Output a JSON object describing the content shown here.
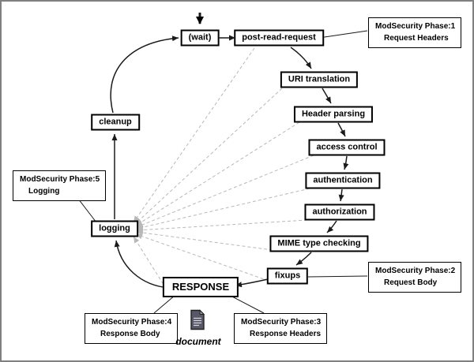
{
  "nodes": {
    "wait": {
      "label": "(wait)"
    },
    "post_read_request": {
      "label": "post-read-request"
    },
    "uri_translation": {
      "label": "URI translation"
    },
    "header_parsing": {
      "label": "Header parsing"
    },
    "access_control": {
      "label": "access control"
    },
    "authentication": {
      "label": "authentication"
    },
    "authorization": {
      "label": "authorization"
    },
    "mime_type_checking": {
      "label": "MIME type checking"
    },
    "fixups": {
      "label": "fixups"
    },
    "response": {
      "label": "RESPONSE"
    },
    "logging": {
      "label": "logging"
    },
    "cleanup": {
      "label": "cleanup"
    }
  },
  "annotations": {
    "phase1": {
      "line1": "ModSecurity Phase:1",
      "line2": "Request Headers"
    },
    "phase2": {
      "line1": "ModSecurity Phase:2",
      "line2": "Request Body"
    },
    "phase3": {
      "line1": "ModSecurity Phase:3",
      "line2": "Response Headers"
    },
    "phase4": {
      "line1": "ModSecurity Phase:4",
      "line2": "Response Body"
    },
    "phase5": {
      "line1": "ModSecurity Phase:5",
      "line2": "Logging"
    }
  },
  "document": {
    "icon": "document-icon",
    "label": "document"
  },
  "colors": {
    "node_border": "#000000",
    "main_line": "#1a1a1a",
    "dashed_line": "#b8b8b8",
    "frame_border": "#808080",
    "background": "#ffffff"
  }
}
